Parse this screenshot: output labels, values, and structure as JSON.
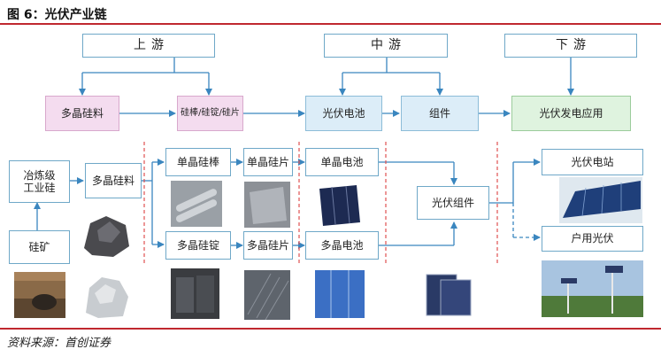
{
  "title": "图 6：光伏产业链",
  "source": "资料来源：首创证券",
  "stages": {
    "upstream": "上游",
    "midstream": "中游",
    "downstream": "下游"
  },
  "top_row": {
    "polysilicon": "多晶硅料",
    "rod_ingot_wafer": "硅棒/硅锭/硅片",
    "cell": "光伏电池",
    "module": "组件",
    "application": "光伏发电应用"
  },
  "detail": {
    "metallurgical_silicon": "冶炼级工业硅",
    "silicon_ore": "硅矿",
    "polysilicon": "多晶硅料",
    "mono_rod": "单晶硅棒",
    "mono_wafer": "单晶硅片",
    "mono_cell": "单晶电池",
    "multi_ingot": "多晶硅锭",
    "multi_wafer": "多晶硅片",
    "multi_cell": "多晶电池",
    "pv_module": "光伏组件",
    "pv_power_station": "光伏电站",
    "residential_pv": "户用光伏"
  },
  "colors": {
    "accent_red": "#c0282f",
    "arrow_blue": "#3a86bf",
    "box_border": "#6fa8c8",
    "pink_fill": "#f4dcef",
    "blue_fill": "#dcedf8",
    "green_fill": "#dff3df"
  }
}
